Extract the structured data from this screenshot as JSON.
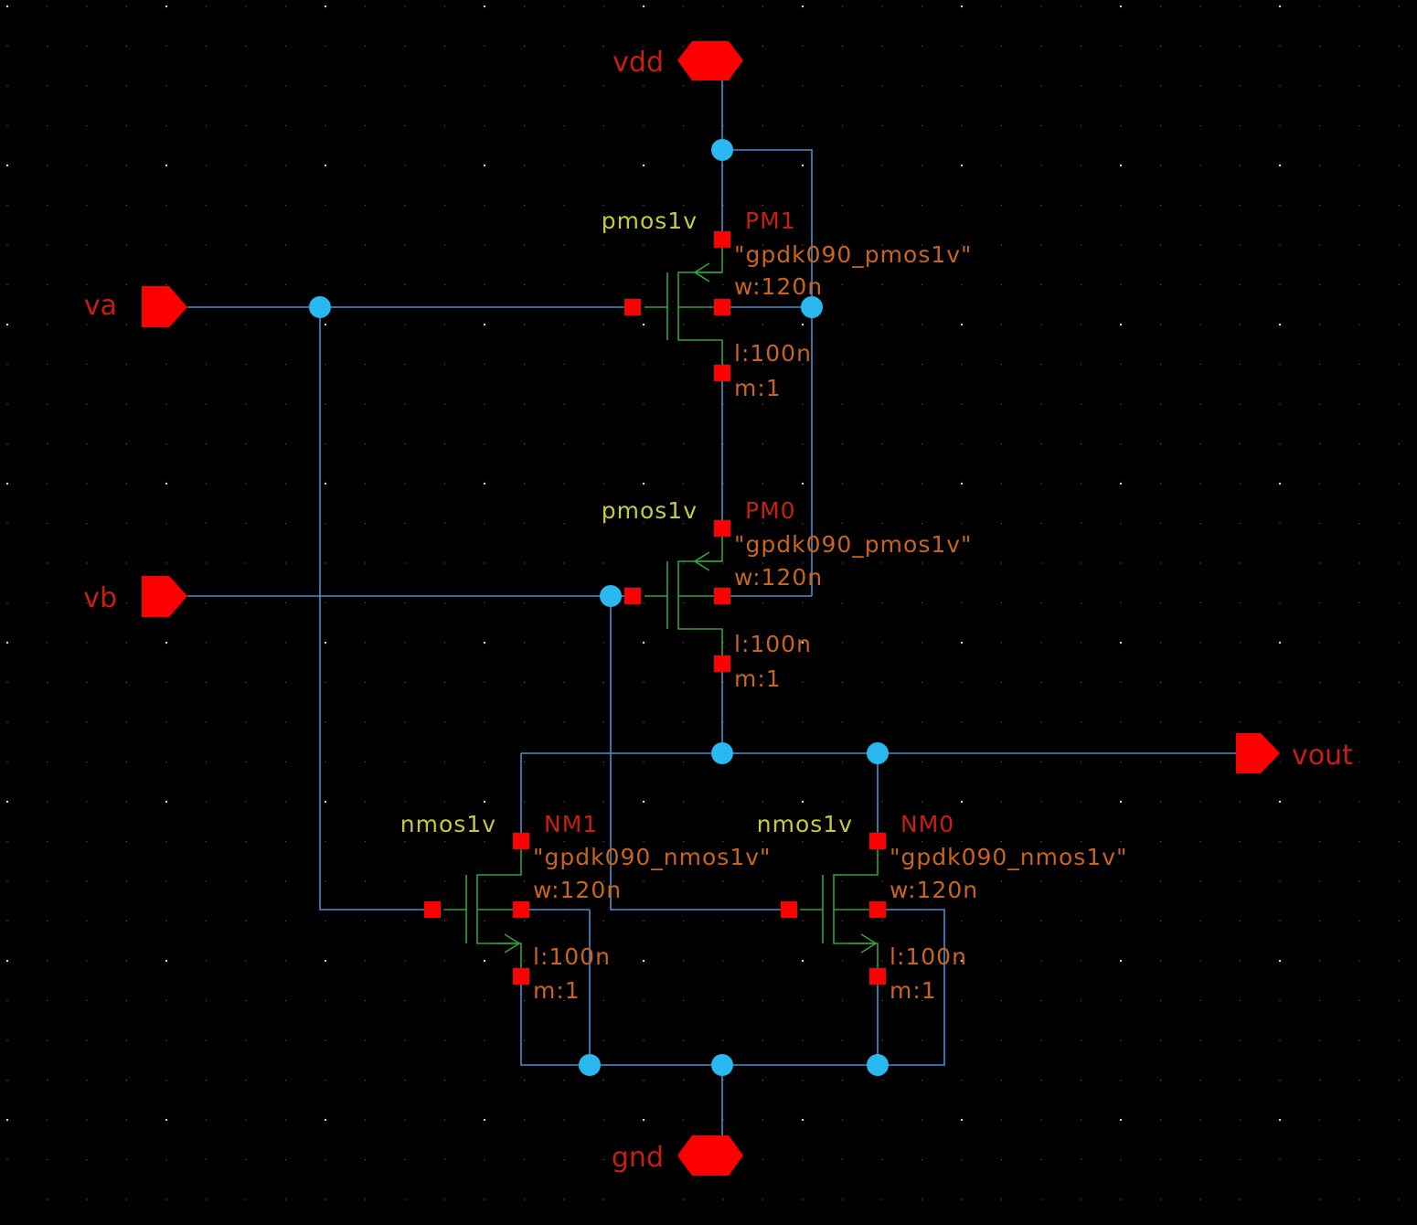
{
  "colors": {
    "background": "#000000",
    "grid_dot": "#5a5a5a",
    "wire": "#4a8fd0",
    "junction": "#2ab8f0",
    "pin": "#ff0000",
    "terminal": "#ff0000",
    "device_symbol": "#2fa33a",
    "cell_name": "#c8c83c",
    "instance_name": "#c81e14",
    "param_text": "#c8641e",
    "pin_label": "#c81e14"
  },
  "pins": {
    "vdd": "vdd",
    "gnd": "gnd",
    "va": "va",
    "vb": "vb",
    "vout": "vout"
  },
  "devices": {
    "pm1": {
      "cell": "pmos1v",
      "name": "PM1",
      "model": "\"gpdk090_pmos1v\"",
      "w": "w:120n",
      "l": "l:100n",
      "m": "m:1"
    },
    "pm0": {
      "cell": "pmos1v",
      "name": "PM0",
      "model": "\"gpdk090_pmos1v\"",
      "w": "w:120n",
      "l": "l:100n",
      "m": "m:1"
    },
    "nm1": {
      "cell": "nmos1v",
      "name": "NM1",
      "model": "\"gpdk090_nmos1v\"",
      "w": "w:120n",
      "l": "l:100n",
      "m": "m:1"
    },
    "nm0": {
      "cell": "nmos1v",
      "name": "NM0",
      "model": "\"gpdk090_nmos1v\"",
      "w": "w:120n",
      "l": "l:100n",
      "m": "m:1"
    }
  }
}
